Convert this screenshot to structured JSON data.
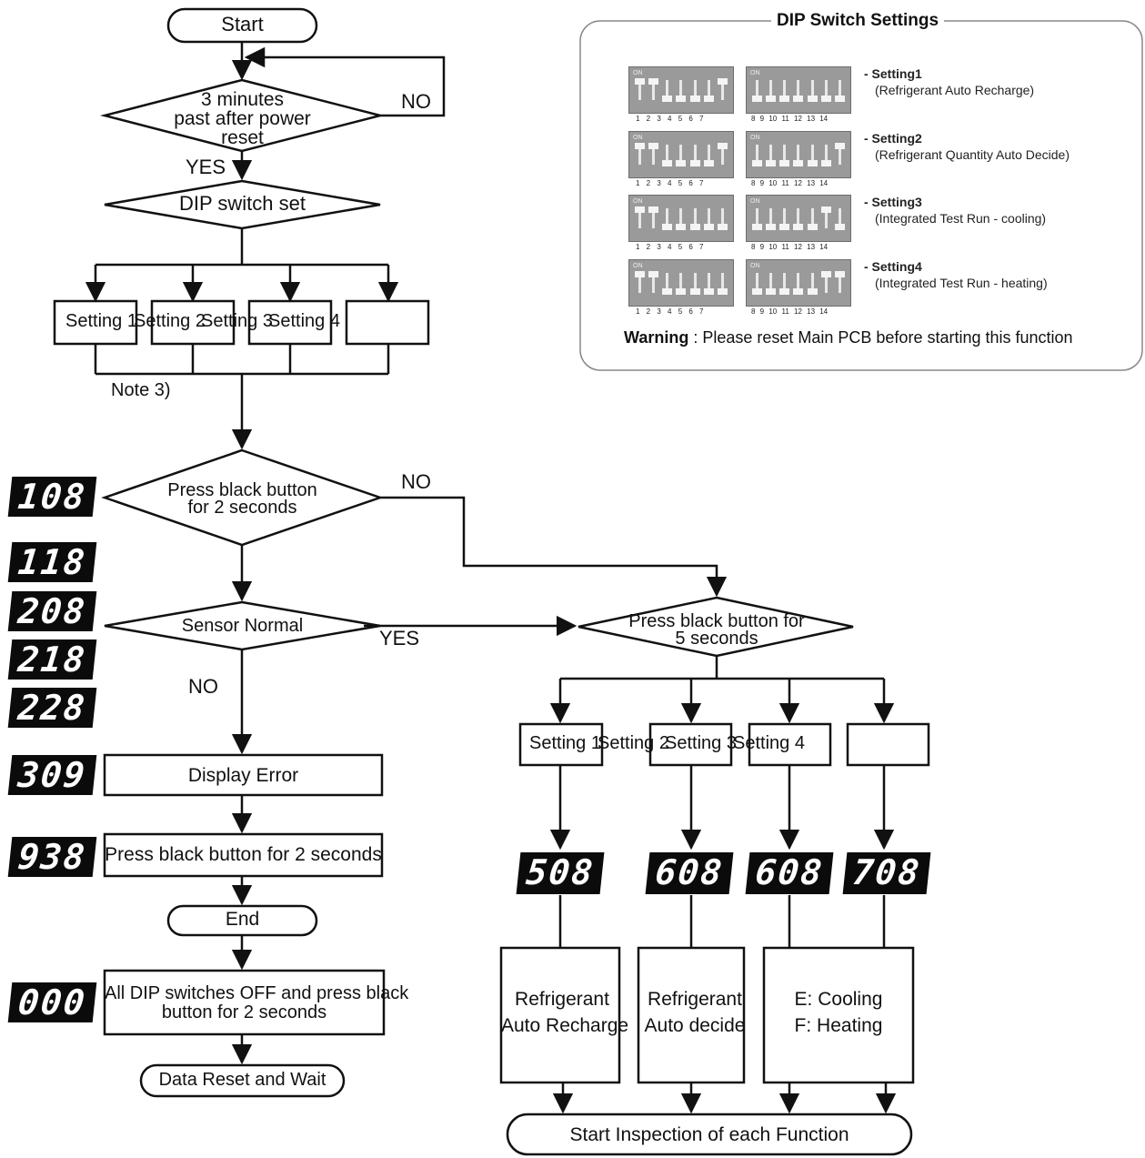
{
  "flow": {
    "start": "Start",
    "decision_3min": "3 minutes\npast after power\nreset",
    "no_1": "NO",
    "yes_1": "YES",
    "dip_set": "DIP switch set",
    "settings_top": [
      "Setting 1",
      "Setting 2",
      "Setting 3",
      "Setting 4",
      ""
    ],
    "note": "Note 3)",
    "press_2s": "Press black button\nfor 2 seconds",
    "no_2": "NO",
    "sensor_normal": "Sensor Normal",
    "yes_2": "YES",
    "no_3": "NO",
    "display_error": "Display Error",
    "press_2s_b": "Press black button for 2 seconds",
    "end": "End",
    "all_dip_off": "All DIP switches OFF and press black\nbutton for 2 seconds",
    "data_reset": "Data Reset and Wait",
    "press_5s": "Press black button for\n5 seconds",
    "settings_right": [
      "Setting 1",
      "Setting 2",
      "Setting 3",
      "Setting 4",
      ""
    ],
    "func_recharge": "Refrigerant\nAuto Recharge",
    "func_decide": "Refrigerant\nAuto decide",
    "func_test": "E: Cooling\nF: Heating",
    "start_inspection": "Start Inspection of each Function"
  },
  "displays_left": [
    "108",
    "118",
    "208",
    "218",
    "228",
    "309",
    "938",
    "000"
  ],
  "displays_right": [
    "508",
    "608",
    "608",
    "708"
  ],
  "dip_panel": {
    "title": "DIP Switch Settings",
    "on_label": "ON",
    "numbers_left": "1 2 3 4 5 6 7",
    "numbers_right": "8 9 10 11 12 13 14",
    "settings": [
      {
        "name": "- Setting1",
        "desc": "(Refrigerant Auto Recharge)",
        "left": [
          "up",
          "up",
          "down",
          "down",
          "down",
          "down",
          "up"
        ],
        "right": [
          "down",
          "down",
          "down",
          "down",
          "down",
          "down",
          "down"
        ]
      },
      {
        "name": "- Setting2",
        "desc": "(Refrigerant Quantity Auto Decide)",
        "left": [
          "up",
          "up",
          "down",
          "down",
          "down",
          "down",
          "up"
        ],
        "right": [
          "down",
          "down",
          "down",
          "down",
          "down",
          "down",
          "up"
        ]
      },
      {
        "name": "- Setting3",
        "desc": "(Integrated Test Run - cooling)",
        "left": [
          "up",
          "up",
          "down",
          "down",
          "down",
          "down",
          "down"
        ],
        "right": [
          "down",
          "down",
          "down",
          "down",
          "down",
          "up",
          "down"
        ]
      },
      {
        "name": "- Setting4",
        "desc": "(Integrated Test Run - heating)",
        "left": [
          "up",
          "up",
          "down",
          "down",
          "down",
          "down",
          "down"
        ],
        "right": [
          "down",
          "down",
          "down",
          "down",
          "down",
          "up",
          "up"
        ]
      }
    ],
    "warning_label": "Warning",
    "warning_text": " : Please reset Main PCB before starting this function"
  }
}
